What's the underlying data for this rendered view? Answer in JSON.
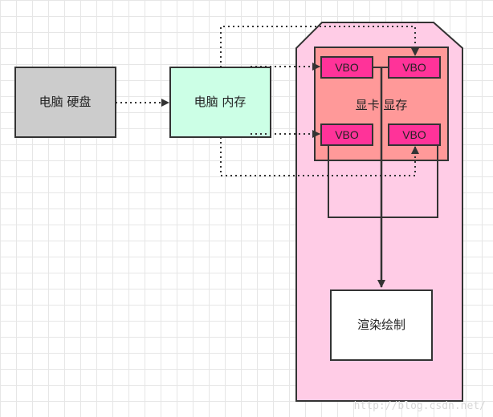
{
  "nodes": {
    "disk": {
      "label": "电脑 硬盘",
      "fill": "#cccccc"
    },
    "memory": {
      "label": "电脑 内存",
      "fill": "#ccffe6"
    },
    "gpu": {
      "label": "显卡 显存",
      "fill": "#ff9999"
    },
    "render": {
      "label": "渲染绘制",
      "fill": "#ffffff"
    }
  },
  "gpu_container": {
    "fill": "#ffcce6"
  },
  "vbos": [
    {
      "label": "VBO",
      "fill": "#ff3399"
    },
    {
      "label": "VBO",
      "fill": "#ff3399"
    },
    {
      "label": "VBO",
      "fill": "#ff3399"
    },
    {
      "label": "VBO",
      "fill": "#ff3399"
    }
  ],
  "watermark": "http://blog.csdn.net/"
}
